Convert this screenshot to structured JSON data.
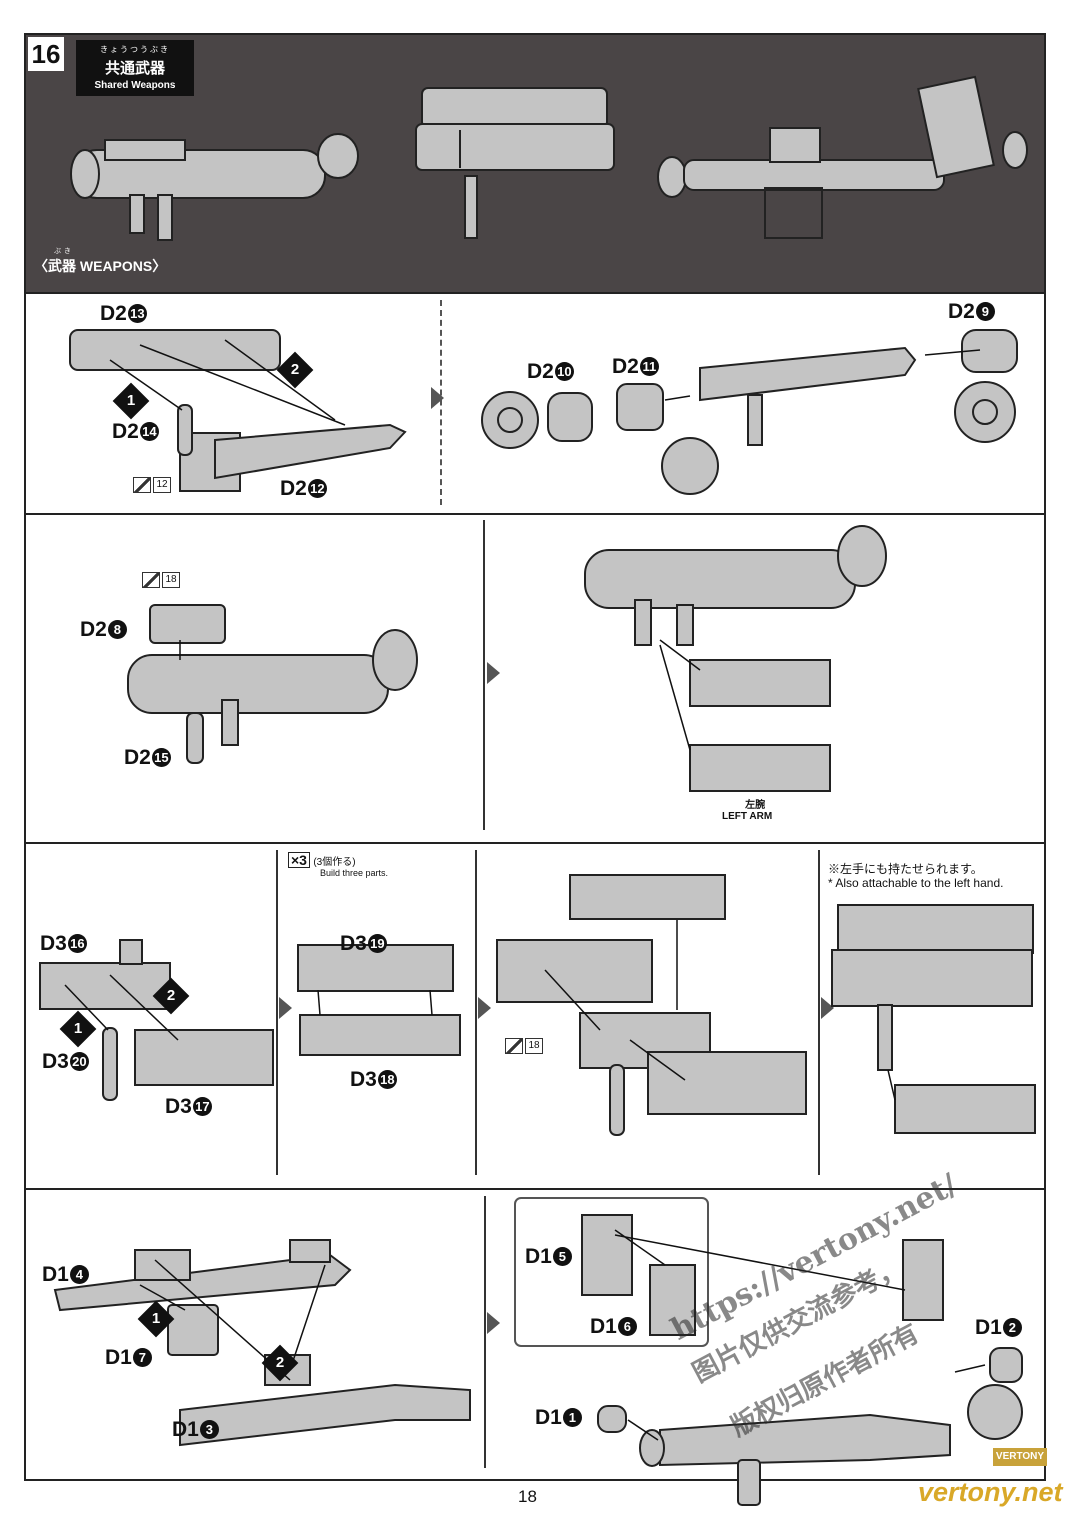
{
  "step": {
    "number": "16",
    "furigana": "きょうつうぶき",
    "title_jp": "共通武器",
    "title_en": "Shared Weapons"
  },
  "weapons_label": {
    "furigana": "ぶき",
    "text": "〈武器 WEAPONS〉"
  },
  "row1": {
    "parts": [
      {
        "runner": "D2",
        "num": "13"
      },
      {
        "runner": "D2",
        "num": "14"
      },
      {
        "runner": "D2",
        "num": "12"
      },
      {
        "runner": "D2",
        "num": "10"
      },
      {
        "runner": "D2",
        "num": "11"
      },
      {
        "runner": "D2",
        "num": "9"
      }
    ],
    "steps": [
      "1",
      "2"
    ],
    "cut_ref": "12"
  },
  "row2": {
    "parts": [
      {
        "runner": "D2",
        "num": "8"
      },
      {
        "runner": "D2",
        "num": "15"
      }
    ],
    "cut_ref": "18",
    "arm_label_jp": "左腕",
    "arm_label_en": "LEFT ARM"
  },
  "row3": {
    "parts": [
      {
        "runner": "D3",
        "num": "16"
      },
      {
        "runner": "D3",
        "num": "20"
      },
      {
        "runner": "D3",
        "num": "17"
      },
      {
        "runner": "D3",
        "num": "19"
      },
      {
        "runner": "D3",
        "num": "18"
      }
    ],
    "steps": [
      "1",
      "2"
    ],
    "times": "×3",
    "times_jp": "(3個作る)",
    "times_en": "Build three parts.",
    "cut_ref": "18",
    "note_jp": "※左手にも持たせられます。",
    "note_en": "* Also attachable to the left hand."
  },
  "row4": {
    "parts": [
      {
        "runner": "D1",
        "num": "4"
      },
      {
        "runner": "D1",
        "num": "7"
      },
      {
        "runner": "D1",
        "num": "3"
      },
      {
        "runner": "D1",
        "num": "5"
      },
      {
        "runner": "D1",
        "num": "6"
      },
      {
        "runner": "D1",
        "num": "2"
      },
      {
        "runner": "D1",
        "num": "1"
      }
    ],
    "steps": [
      "1",
      "2"
    ]
  },
  "watermark": {
    "line1": "https://vertony.net/",
    "line2": "图片仅供交流参考，",
    "line3": "版权归原作者所有",
    "logo": "VERTONY",
    "site": "vertony.net"
  },
  "page_number": "18",
  "colors": {
    "header_bg": "#4a4546",
    "part_fill": "#bdbdbd",
    "outline": "#222222",
    "watermark": "#d9a828"
  }
}
